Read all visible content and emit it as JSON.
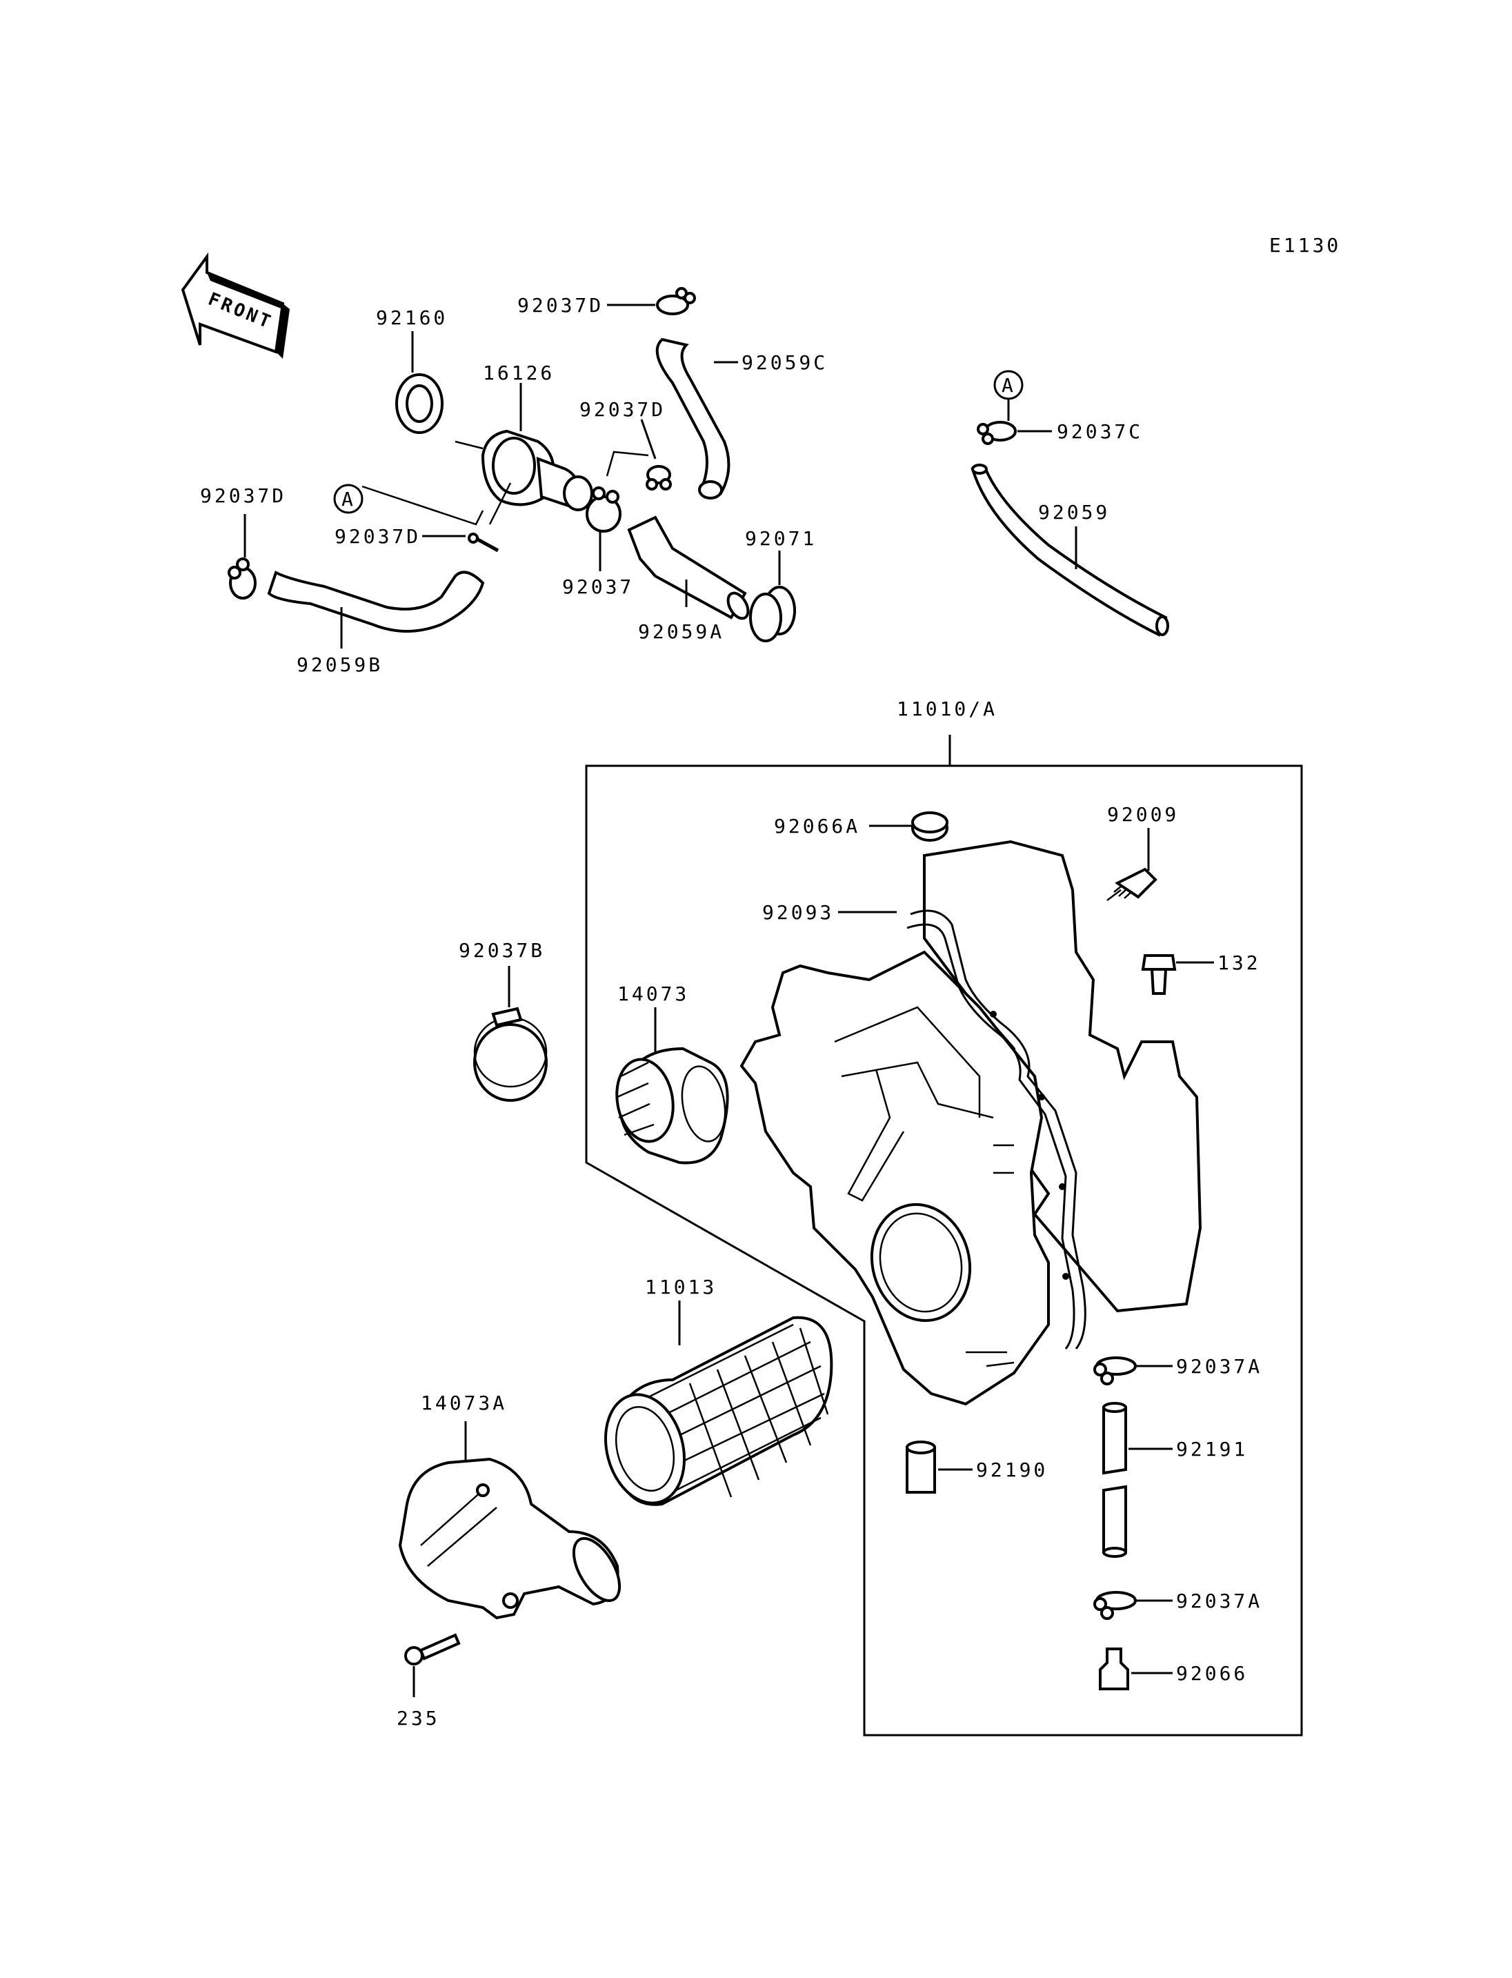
{
  "diagram_code": "E1130",
  "front_label": "FRONT",
  "ref_marker": "A",
  "labels": {
    "p92037D_top": "92037D",
    "p92059C": "92059C",
    "p92160": "92160",
    "p16126": "16126",
    "p92037D_mid": "92037D",
    "p92037D_left": "92037D",
    "p92037D_small": "92037D",
    "p92037": "92037",
    "p92071": "92071",
    "p92059A": "92059A",
    "p92059B": "92059B",
    "p92037C": "92037C",
    "p92059": "92059",
    "p11010A": "11010/A",
    "p92066A": "92066A",
    "p92009": "92009",
    "p92093": "92093",
    "p132": "132",
    "p92037B": "92037B",
    "p14073": "14073",
    "p11013": "11013",
    "p14073A": "14073A",
    "p92037A_1": "92037A",
    "p92191": "92191",
    "p92190": "92190",
    "p92037A_2": "92037A",
    "p92066": "92066",
    "p235": "235"
  }
}
